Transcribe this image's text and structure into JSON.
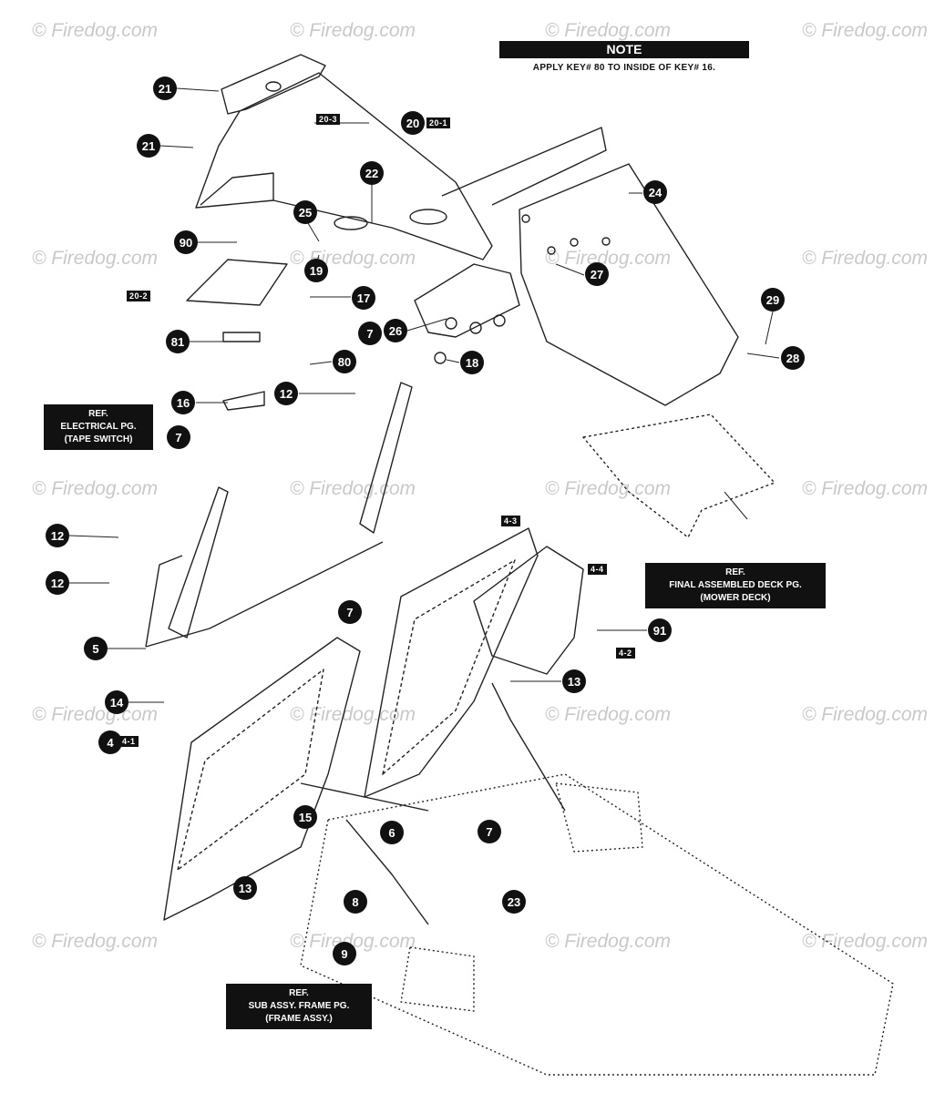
{
  "watermark": "© Firedog.com",
  "note": {
    "title": "NOTE",
    "text": "APPLY KEY# 80 TO INSIDE OF KEY# 16."
  },
  "callouts": [
    "21",
    "21",
    "20",
    "22",
    "25",
    "24",
    "90",
    "19",
    "27",
    "17",
    "26",
    "7",
    "18",
    "29",
    "28",
    "81",
    "80",
    "16",
    "12",
    "7",
    "12",
    "12",
    "7",
    "91",
    "13",
    "5",
    "14",
    "4",
    "15",
    "6",
    "7",
    "13",
    "8",
    "23",
    "9"
  ],
  "subtags": [
    "20-3",
    "20-1",
    "20-2",
    "4-3",
    "4-4",
    "4-2",
    "4-1"
  ],
  "refs": {
    "electrical": [
      "REF.",
      "ELECTRICAL PG.",
      "(TAPE SWITCH)"
    ],
    "deck": [
      "REF.",
      "FINAL ASSEMBLED DECK PG.",
      "(MOWER DECK)"
    ],
    "frame": [
      "REF.",
      "SUB ASSY. FRAME PG.",
      "(FRAME ASSY.)"
    ]
  },
  "colors": {
    "ink": "#111111",
    "watermark": "#c9c9c9",
    "background": "#ffffff"
  }
}
